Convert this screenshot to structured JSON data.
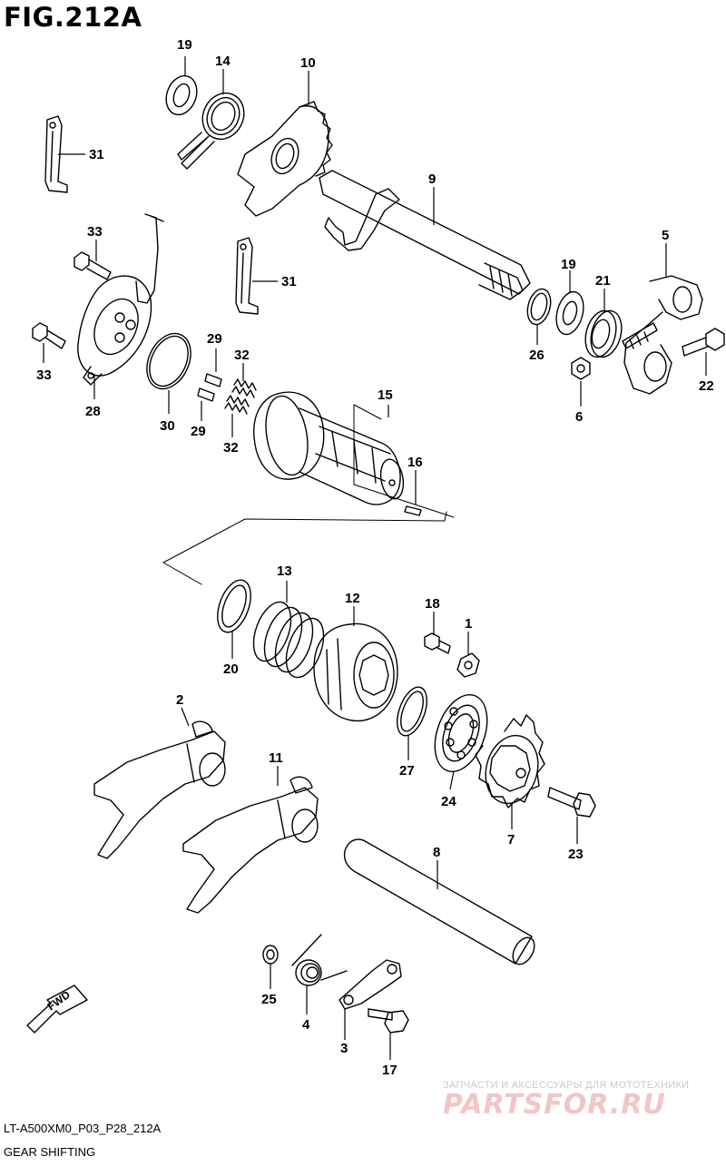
{
  "figure": {
    "title": "FIG.212A",
    "code": "LT-A500XM0_P03_P28_212A",
    "name": "GEAR SHIFTING"
  },
  "direction_arrow": {
    "label": "FWD",
    "icon": "fwd-arrow-icon"
  },
  "watermark": {
    "tagline": "ЗАПЧАСТИ И АКСЕССУАРЫ ДЛЯ МОТОТЕХНИКИ",
    "logo": "PARTSFOR.RU"
  },
  "callouts": [
    "19",
    "14",
    "10",
    "31",
    "9",
    "33",
    "31",
    "5",
    "19",
    "21",
    "28",
    "33",
    "26",
    "22",
    "6",
    "29",
    "32",
    "29",
    "32",
    "30",
    "15",
    "16",
    "13",
    "12",
    "18",
    "1",
    "20",
    "2",
    "27",
    "24",
    "11",
    "7",
    "23",
    "8",
    "25",
    "4",
    "3",
    "17"
  ],
  "colors": {
    "line": "#000000",
    "watermark": "#f2c6c6"
  }
}
